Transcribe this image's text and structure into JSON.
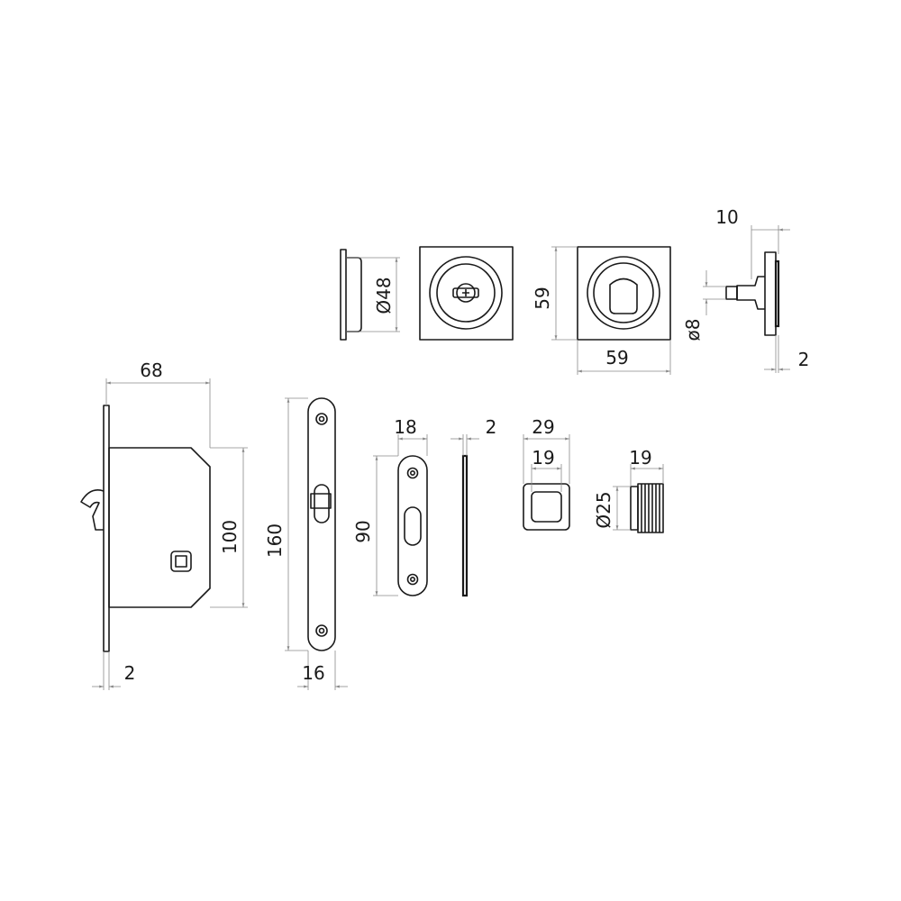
{
  "drawing": {
    "dimensions": {
      "rose_round_diameter": "Ø48",
      "rose_square_height": "59",
      "rose_square_width": "59",
      "spindle_length": "10",
      "spindle_diameter": "ø8",
      "rose_thickness": "2",
      "lock_body_depth": "68",
      "lock_body_height": "100",
      "lock_faceplate_thickness": "2",
      "faceplate_length": "160",
      "faceplate_width": "16",
      "strike_height": "90",
      "strike_width": "18",
      "strike_thickness": "2",
      "flush_pull_outer": "29",
      "flush_pull_inner": "19",
      "edge_pull_diameter": "Ø25",
      "edge_pull_length": "19"
    }
  }
}
